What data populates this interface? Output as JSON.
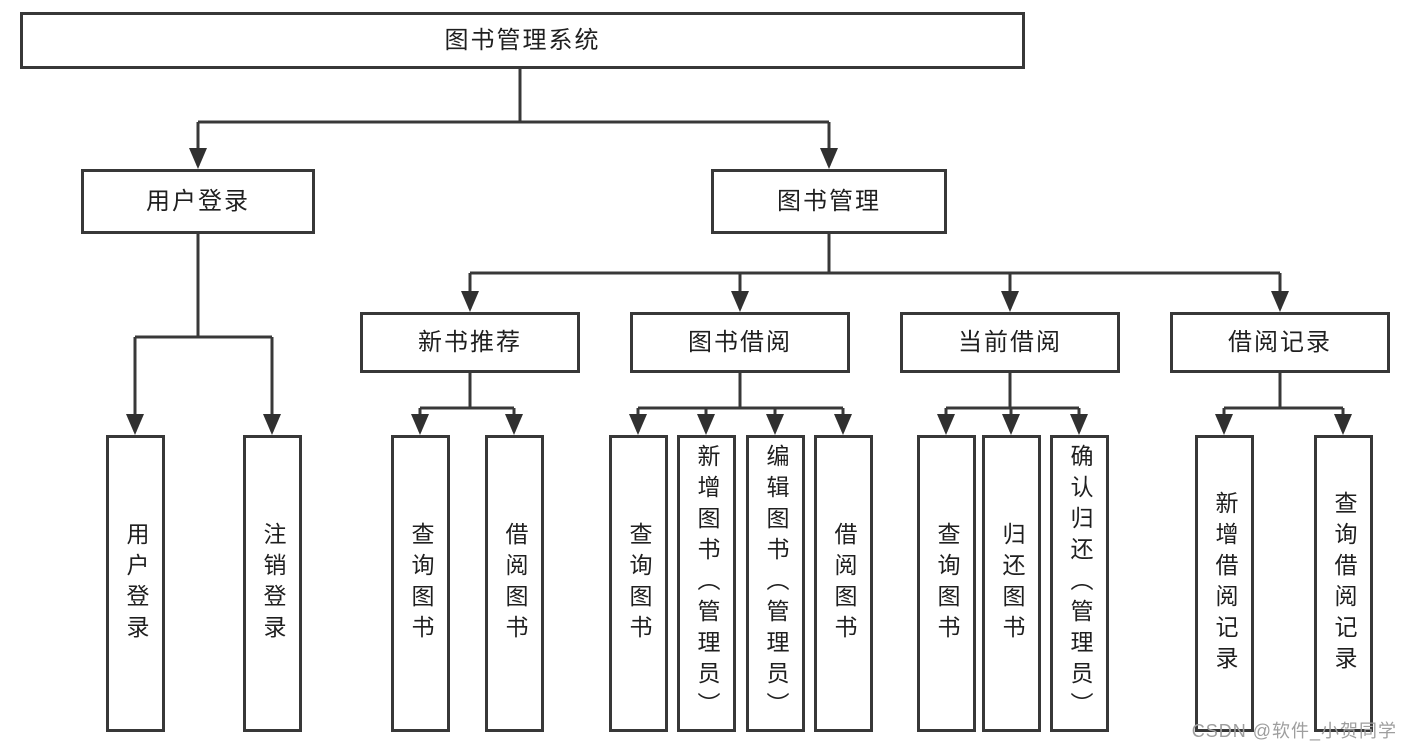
{
  "tree": {
    "root": "图书管理系统",
    "branches": [
      {
        "label": "用户登录",
        "leaves": [
          "用户登录",
          "注销登录"
        ]
      },
      {
        "label": "图书管理",
        "groups": [
          {
            "label": "新书推荐",
            "leaves": [
              "查询图书",
              "借阅图书"
            ]
          },
          {
            "label": "图书借阅",
            "leaves": [
              "查询图书",
              "新增图书（管理员）",
              "编辑图书（管理员）",
              "借阅图书"
            ]
          },
          {
            "label": "当前借阅",
            "leaves": [
              "查询图书",
              "归还图书",
              "确认归还（管理员）"
            ]
          },
          {
            "label": "借阅记录",
            "leaves": [
              "新增借阅记录",
              "查询借阅记录"
            ]
          }
        ]
      }
    ]
  },
  "watermark": "CSDN @软件_小贺同学",
  "colors": {
    "line": "#383838",
    "text": "#1f1f1f",
    "background": "#ffffff",
    "watermark": "#9e9e9e"
  }
}
